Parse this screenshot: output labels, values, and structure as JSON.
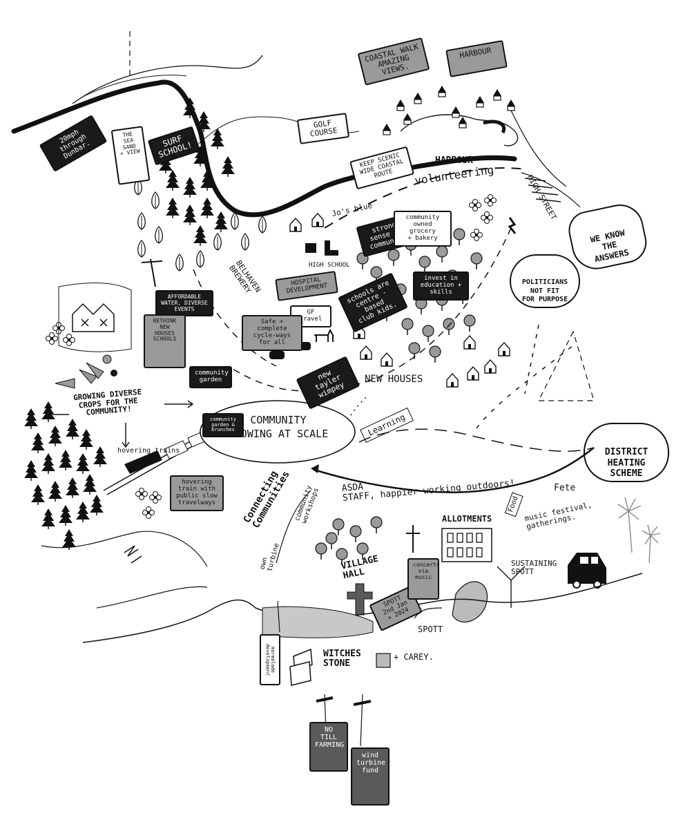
{
  "labels": {
    "harbour_top": "HARBOUR",
    "harbour_river": "HARBOUR",
    "volunteering": "volunteering",
    "high_street": "HIGH STREET",
    "jos_blue": "Jo's blue",
    "high_school": "HIGH SCHOOL",
    "belhaven": "BELHAVEN\nBREWERY",
    "new_houses": "NEW HOUSES",
    "growing": "GROWING DIVERSE\nCROPS FOR THE\nCOMMUNITY!",
    "hovering_trains": "hovering trains",
    "learning": "Learning",
    "asda": "ASDA\nSTAFF, happier working outdoors!",
    "connecting": "Connecting\nCommunities",
    "community_workshops": "community\nworkshops",
    "own_turbine": "own\nturbine",
    "allotments": "ALLOTMENTS",
    "food": "Food",
    "fete": "Fete",
    "music": "music festival,\ngatherings.",
    "village_hall": "VILLAGE\nHALL",
    "sustaining": "SUSTAINING\nSPOTT",
    "spott": "SPOTT",
    "witches": "WITCHES\nSTONE",
    "carey": "+ CAREY."
  },
  "tags": {
    "coastal_walk": "COASTAL WALK\nAMAZING\nVIEWS.",
    "harbour": "HARBOUR",
    "golf": "GOLF\nCOURSE",
    "keep_scenic": "KEEP SCENIC\nWIDE COASTAL\nROUTE",
    "20mph": "20mph\nthrough\nDunbar.",
    "sea_sand": "THE SEA SAND\n+ VIEW",
    "surf": "SURF\nSCHOOL!",
    "strong_sense": "strong\nsense of\ncommunity",
    "community_owned": "community\nowned grocery\n+ bakery",
    "schools_are": "schools are\ncentre - based\nclub kids.",
    "invest": "invest in\neducation +\nskills",
    "hospital": "HOSPITAL\nDEVELOPMENT",
    "affordable": "AFFORDABLE\nWATER, DIVERSE\nEVENTS",
    "gf_travel": "GF travel",
    "safe_cycle": "Safe + complete\ncycle-ways\nfor all",
    "rethink": "RETHINK\nNEW HOUSES\nSCHOOLS",
    "community_garden": "community\ngarden",
    "new_tayler": "new tayler\nwimpey",
    "comm_garden_brunches": "community\ngarden &\nbrunches",
    "hover_train": "hovering\ntrain with\npublic slow\ntravelways",
    "marmalade": "marmalade\ndevelopment",
    "spott_tag": "SPOTT\n2nd Jan\n+ 2024",
    "concerts": "concerts\nvia music",
    "no_till": "NO TILL\nFARMING",
    "wind_turbine": "wind\nturbine\nfund"
  },
  "clouds": {
    "we_know": "WE KNOW\nTHE\nANSWERS",
    "politicians": "POLITICIANS\nNOT FIT\nFOR PURPOSE",
    "district": "DISTRICT\nHEATING\nSCHEME"
  },
  "ovals": {
    "community_growing": "COMMUNITY\nGROWING AT SCALE"
  }
}
